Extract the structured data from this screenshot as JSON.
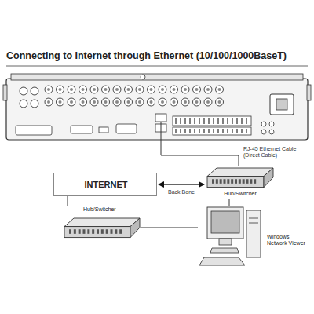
{
  "diagram": {
    "title": "Connecting to Internet through Ethernet (10/100/1000BaseT)",
    "nodes": [
      {
        "text": [
          "INTERNET"
        ]
      },
      {
        "text": [
          "Hub/Switcher"
        ]
      },
      {
        "text": [
          "Hub/Switcher"
        ]
      },
      {
        "text": [
          "Windows Network Viewer"
        ]
      }
    ],
    "edges": [
      {
        "from": 0,
        "to": 1,
        "arrow": "both",
        "label": "Back Bone"
      },
      {
        "from": 0,
        "to": 2,
        "arrow": "none"
      },
      {
        "from": 2,
        "to": 3,
        "arrow": "none"
      },
      {
        "from": 1,
        "to": 3,
        "arrow": "none"
      }
    ],
    "labels": [
      "RJ-45 Ethernet Cable (Direct Cable)"
    ]
  }
}
